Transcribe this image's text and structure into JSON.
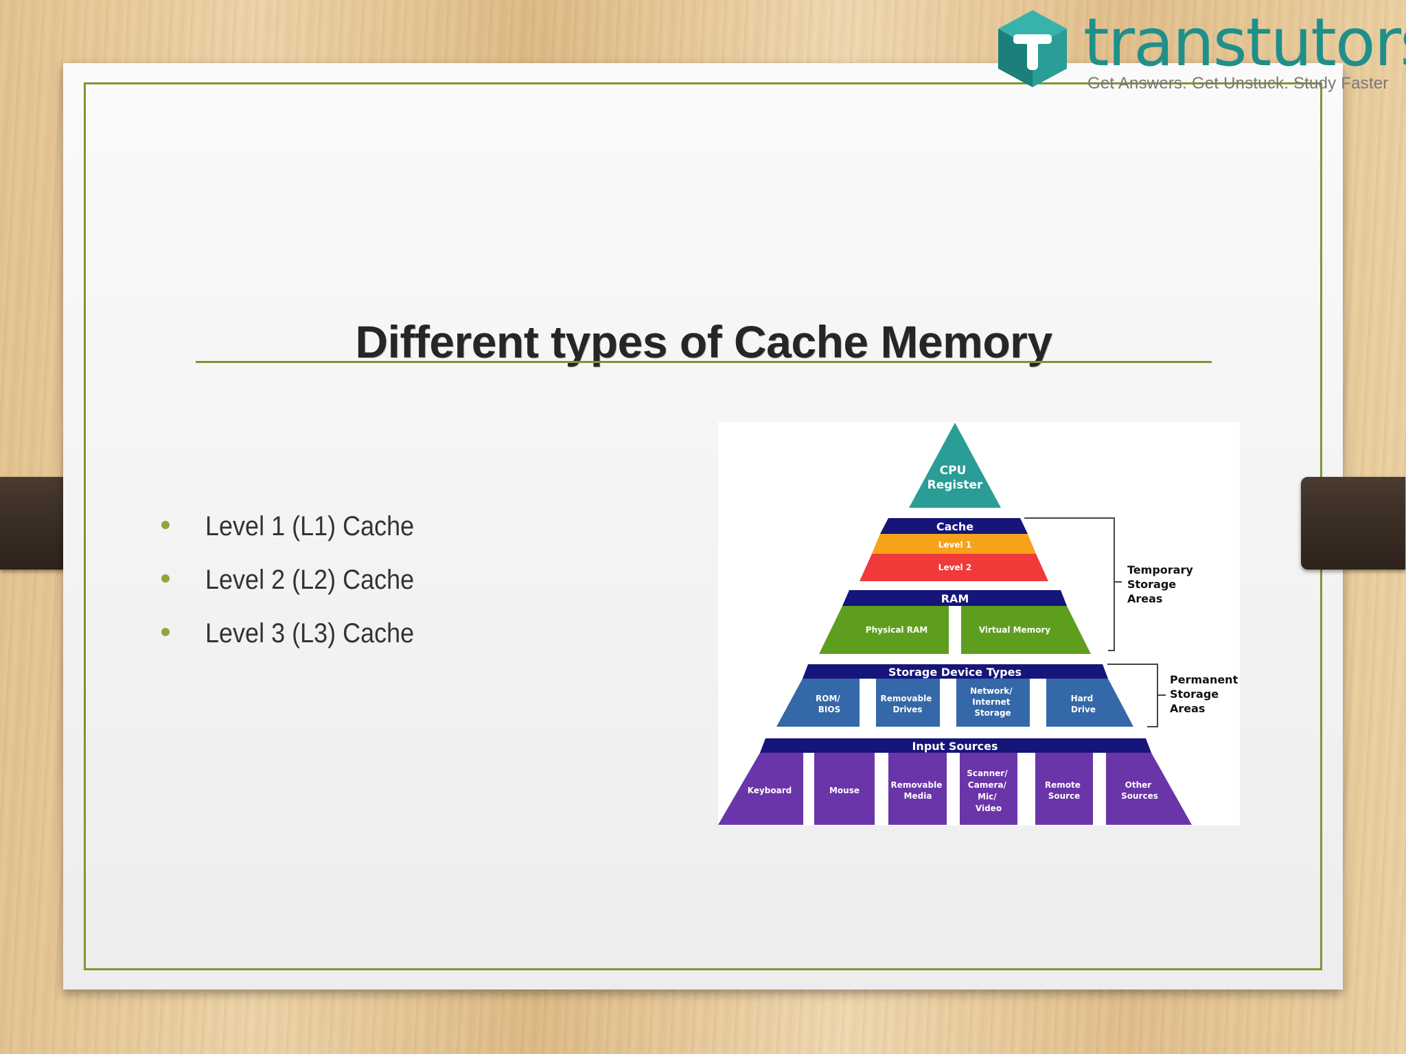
{
  "logo": {
    "name": "transtutors",
    "tagline": "Get Answers. Get Unstuck. Study Faster"
  },
  "slide": {
    "title": "Different types of Cache Memory",
    "bullets": [
      "Level 1 (L1) Cache",
      "Level 2 (L2) Cache",
      "Level 3 (L3) Cache"
    ]
  },
  "pyramid": {
    "cpu_register": [
      "CPU",
      "Register"
    ],
    "cache": {
      "header": "Cache",
      "level1": "Level 1",
      "level2": "Level 2"
    },
    "ram": {
      "header": "RAM",
      "physical": "Physical RAM",
      "virtual": "Virtual Memory"
    },
    "storage": {
      "header": "Storage Device Types",
      "rom": [
        "ROM/",
        "BIOS"
      ],
      "removable_drives": [
        "Removable",
        "Drives"
      ],
      "network": [
        "Network/",
        "Internet",
        "Storage"
      ],
      "hard_drive": [
        "Hard",
        "Drive"
      ]
    },
    "input": {
      "header": "Input Sources",
      "keyboard": "Keyboard",
      "mouse": "Mouse",
      "removable_media": [
        "Removable",
        "Media"
      ],
      "scanner": [
        "Scanner/",
        "Camera/",
        "Mic/",
        "Video"
      ],
      "remote_source": [
        "Remote",
        "Source"
      ],
      "other_sources": [
        "Other",
        "Sources"
      ]
    },
    "temporary": [
      "Temporary",
      "Storage",
      "Areas"
    ],
    "permanent": [
      "Permanent",
      "Storage",
      "Areas"
    ]
  },
  "colors": {
    "frame": "#7f9530",
    "teal": "#2a9d96",
    "navy": "#15157a",
    "orange": "#f6a21a",
    "red": "#f03a3a",
    "green": "#5e9e1e",
    "blue": "#3468a8",
    "purple": "#6a35a8"
  }
}
